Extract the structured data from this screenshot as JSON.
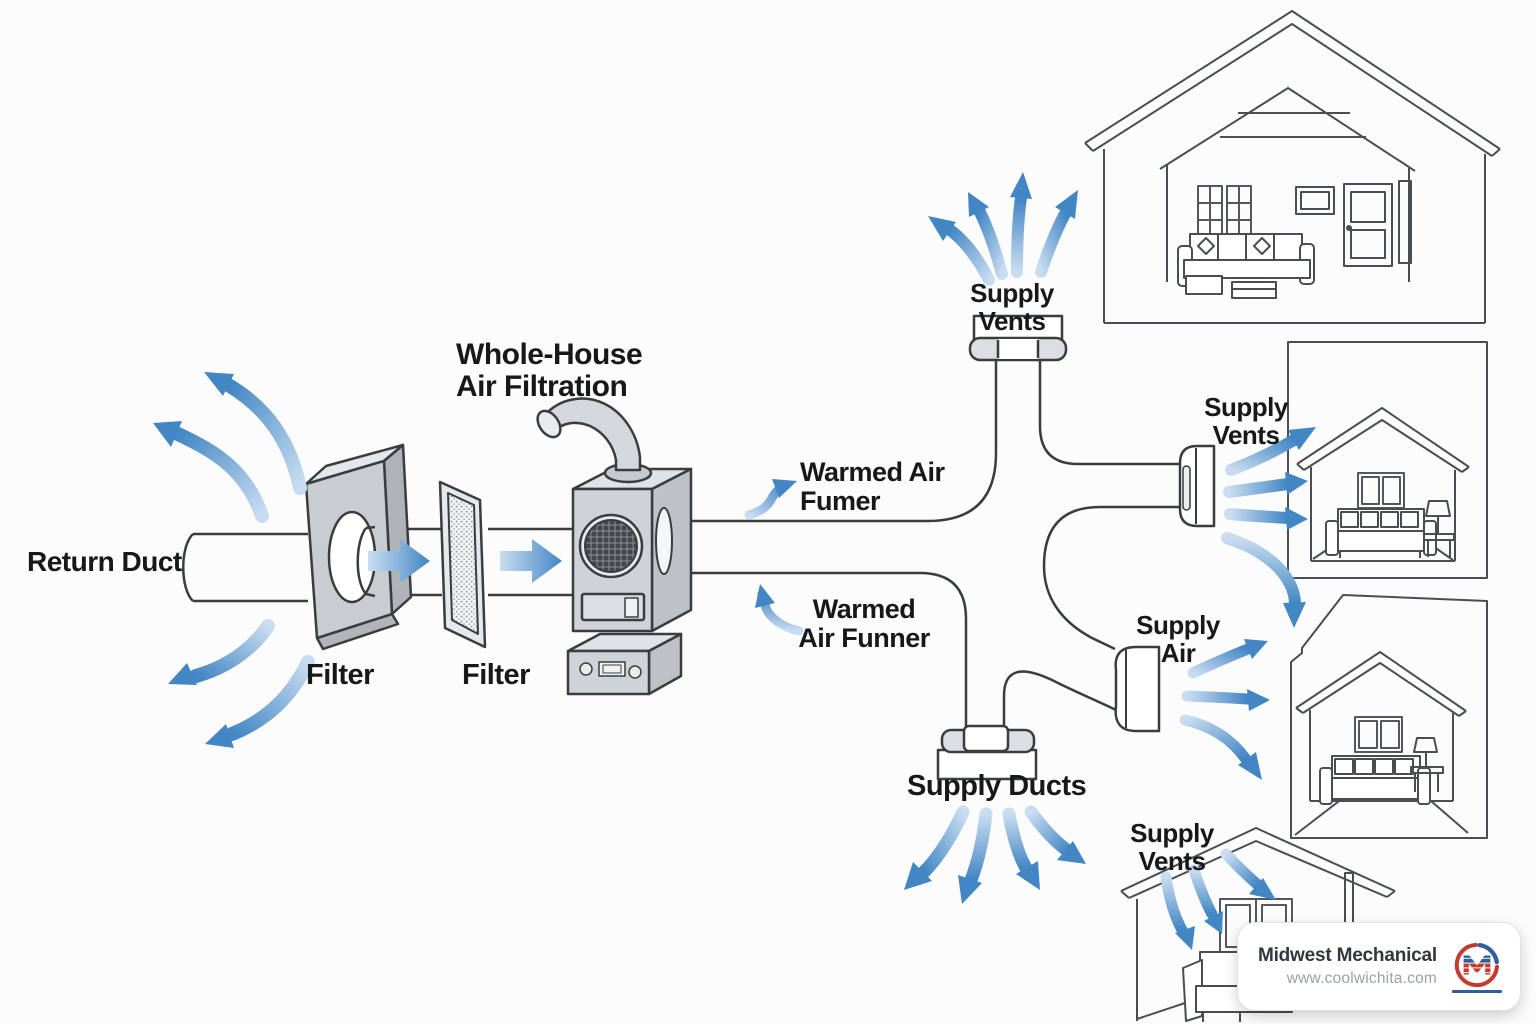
{
  "diagram": {
    "title": "Whole-House\nAir Filtration",
    "labels": {
      "return_duct": "Return Duct",
      "filter_1": "Filter",
      "filter_2": "Filter",
      "warmed_air_top": "Warmed Air\nFumer",
      "warmed_air_bottom": "Warmed\nAir Funner",
      "supply_vents_top": "Supply\nVents",
      "supply_vents_right": "Supply\nVents",
      "supply_air": "Supply\nAir",
      "supply_ducts": "Supply Ducts",
      "supply_vents_bottom": "Supply\nVents"
    },
    "colors": {
      "arrow_head": "#4286c4",
      "arrow_tail": "#c9ddf1",
      "outline": "#3a3d40",
      "equipment_gray": "#ced3d7"
    }
  },
  "branding": {
    "company": "Midwest Mechanical",
    "website": "www.coolwichita.com",
    "logo_icon": "m-swirl-logo",
    "logo_red": "#c23b2e",
    "logo_blue": "#2f5e9e"
  }
}
